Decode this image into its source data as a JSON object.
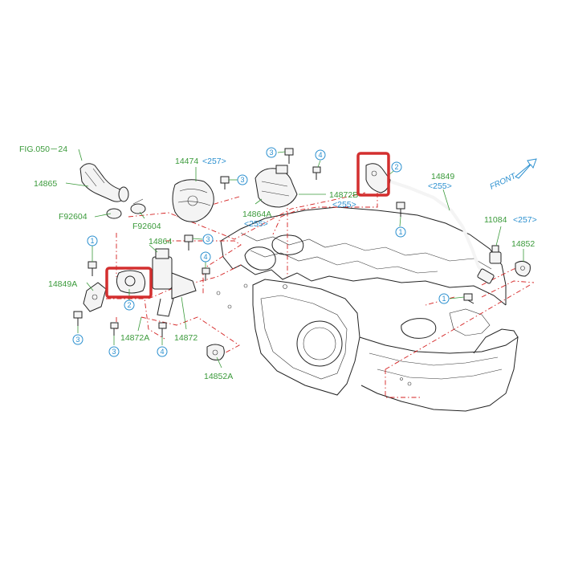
{
  "figure_ref": "FIG.050－24",
  "front_label": "FRONT",
  "part_labels": [
    {
      "id": "14865",
      "text": "14865"
    },
    {
      "id": "F92604a",
      "text": "F92604"
    },
    {
      "id": "F92604b",
      "text": "F92604"
    },
    {
      "id": "14474",
      "text": "14474"
    },
    {
      "id": "14864",
      "text": "14864"
    },
    {
      "id": "14849A",
      "text": "14849A"
    },
    {
      "id": "14872A",
      "text": "14872A"
    },
    {
      "id": "14872",
      "text": "14872"
    },
    {
      "id": "14852A",
      "text": "14852A"
    },
    {
      "id": "14864A",
      "text": "14864A"
    },
    {
      "id": "14872B",
      "text": "14872B"
    },
    {
      "id": "14849",
      "text": "14849"
    },
    {
      "id": "11084",
      "text": "11084"
    },
    {
      "id": "14852",
      "text": "14852"
    }
  ],
  "ref_labels": {
    "r14474": "<257>",
    "r14864A": "<255>",
    "r14872B": "<255>",
    "r14849": "<255>",
    "r11084": "<257>"
  },
  "callouts": {
    "c1": "1",
    "c2": "2",
    "c3": "3",
    "c4": "4"
  },
  "colors": {
    "label_green": "#3a9a3a",
    "ref_blue": "#2a8fcf",
    "dash_red": "#d42020",
    "highlight_red": "#d32f2f"
  }
}
